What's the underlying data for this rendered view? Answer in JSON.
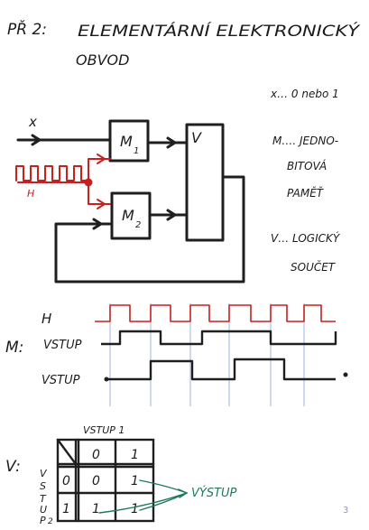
{
  "heading": {
    "prefix": "PŘ 2:",
    "line1": "ELEMENTÁRNÍ ELEKTRONICKÝ",
    "line2": "OBVOD"
  },
  "legend": {
    "x": "x… 0 nebo 1",
    "m_1": "M…. JEDNO-",
    "m_2": "BITOVÁ",
    "m_3": "PAMĚŤ",
    "v_1": "V… LOGICKÝ",
    "v_2": "SOUČET"
  },
  "circuit": {
    "input_x": "x",
    "clock": "H",
    "block_m1": "M",
    "block_m1_sub": "1",
    "block_m2": "M",
    "block_m2_sub": "2",
    "block_v": "V"
  },
  "timing": {
    "section": "M:",
    "clock_label": "H",
    "input1_label": "VSTUP",
    "input2_label": "VSTUP",
    "clock_color": "#c8201e"
  },
  "truth_table": {
    "section": "V:",
    "top_header": "VSTUP 1",
    "side_header_chars": [
      "V",
      "S",
      "T",
      "U",
      "P",
      "2"
    ],
    "col_headers": [
      "0",
      "1"
    ],
    "row_headers": [
      "0",
      "1"
    ],
    "cells": [
      [
        "0",
        "1"
      ],
      [
        "1",
        "1"
      ]
    ],
    "annotation": "VÝSTUP",
    "annotation_color": "#1e7a57"
  },
  "page_number": "3"
}
